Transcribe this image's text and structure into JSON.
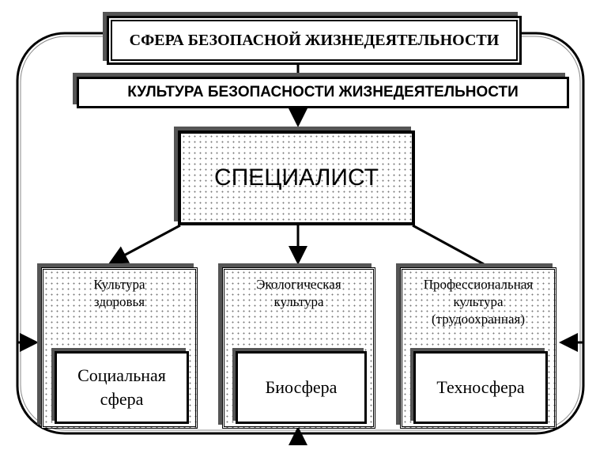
{
  "top_box": {
    "label": "СФЕРА БЕЗОПАСНОЙ ЖИЗНЕДЕЯТЕЛЬНОСТИ"
  },
  "culture_box": {
    "label": "КУЛЬТУРА БЕЗОПАСНОСТИ ЖИЗНЕДЕЯТЕЛЬНОСТИ"
  },
  "specialist_box": {
    "label": "СПЕЦИАЛИСТ"
  },
  "columns": [
    {
      "title": "Культура\nздоровья",
      "sphere": "Социальная\nсфера"
    },
    {
      "title": "Экологическая\nкультура",
      "sphere": "Биосфера"
    },
    {
      "title": "Профессиональная\nкультура\n(трудоохранная)",
      "sphere": "Техносфера"
    }
  ]
}
